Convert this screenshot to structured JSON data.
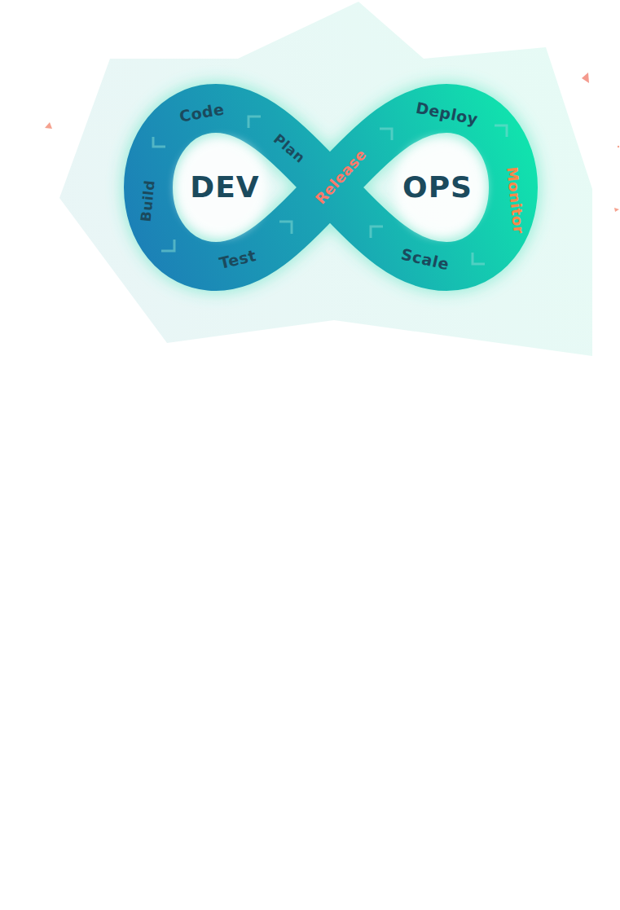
{
  "diagram": {
    "labels": [
      "Code",
      "Plan",
      "DEV",
      "Build",
      "Release",
      "Deploy",
      "OPS",
      "Monitor",
      "Test",
      "Scale"
    ]
  }
}
